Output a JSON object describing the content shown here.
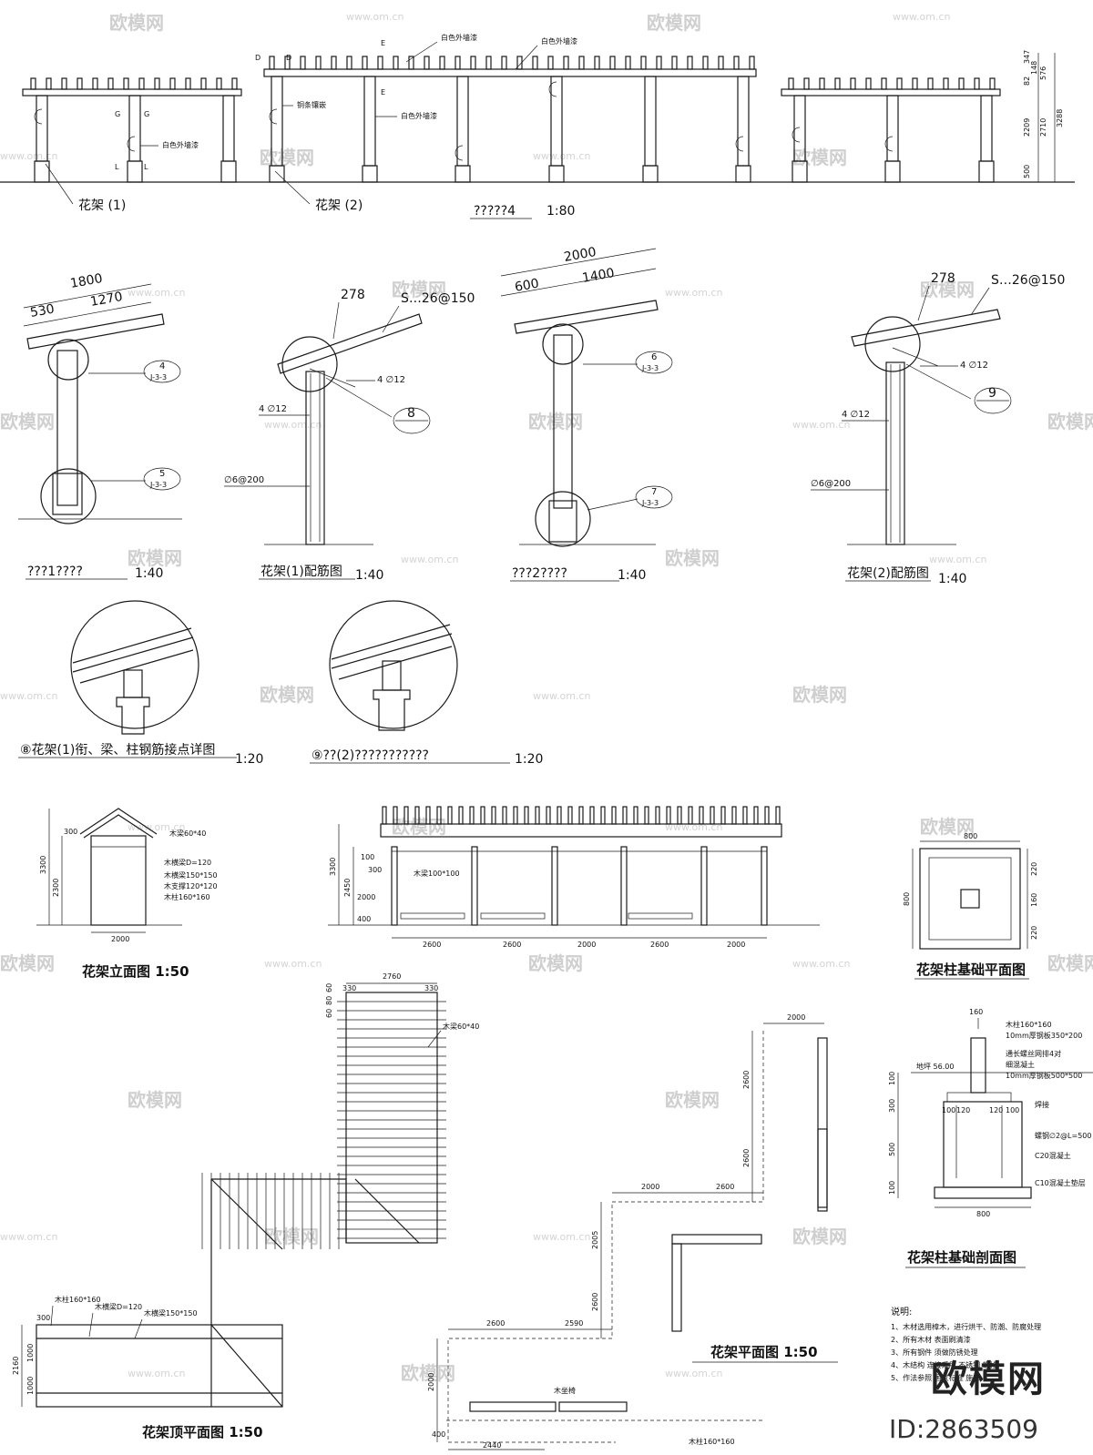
{
  "watermark": {
    "brand": "欧模网",
    "url": "www.om.cn"
  },
  "corner": {
    "brand": "欧模网",
    "id": "ID:2863509"
  },
  "elevation": {
    "title": "?????4",
    "scale": "1:80",
    "label_1": "花架 (1)",
    "label_2": "花架 (2)",
    "note_white_wall": "白色外墙漆",
    "note_white_wall_2": "白色外墙漆",
    "note_white_wall_3": "白色外墙漆",
    "note_white_wall_4": "白色外墙漆",
    "note_iron": "铜条镶嵌",
    "tags": [
      "D",
      "D",
      "E",
      "E",
      "G",
      "G",
      "L",
      "L"
    ],
    "dims_right": [
      "347",
      "82",
      "148",
      "576",
      "2209",
      "2710",
      "3288",
      "500"
    ]
  },
  "sections": {
    "s1_title": "???1????",
    "s1_scale": "1:40",
    "s1_dim_total": "1800",
    "s1_dim_a": "530",
    "s1_dim_b": "1270",
    "s1_ref_top": "4",
    "s1_ref_top_sheet": "J-3-3",
    "s1_ref_bot": "5",
    "s1_ref_bot_sheet": "J-3-3",
    "s2_title": "花架(1)配筋图",
    "s2_scale": "1:40",
    "s2_dim": "278",
    "s2_rebar_top": "S…26@150",
    "s2_rebar_mid": "4 ∅12",
    "s2_rebar_left": "4 ∅12",
    "s2_stirrup": "∅6@200",
    "s2_ref": "8",
    "s3_title": "???2????",
    "s3_scale": "1:40",
    "s3_dim_total": "2000",
    "s3_dim_a": "600",
    "s3_dim_b": "1400",
    "s3_ref_top": "6",
    "s3_ref_top_sheet": "J-3-3",
    "s3_ref_bot": "7",
    "s3_ref_bot_sheet": "J-3-3",
    "s4_title": "花架(2)配筋图",
    "s4_scale": "1:40",
    "s4_dim": "278",
    "s4_rebar_top": "S…26@150",
    "s4_rebar_mid": "4 ∅12",
    "s4_rebar_left": "4 ∅12",
    "s4_stirrup": "∅6@200",
    "s4_ref": "9"
  },
  "details": {
    "d8_title": "⑧花架(1)衔、梁、柱钢筋接点详图",
    "d8_scale": "1:20",
    "d9_title": "⑨??(2)???????????",
    "d9_scale": "1:20"
  },
  "wood_elev": {
    "title": "花架立面图  1:50",
    "labels": [
      "木梁60*40",
      "木横梁D=120",
      "木横梁150*150",
      "木支撑120*120",
      "木柱160*160"
    ],
    "dims_left": [
      "3300",
      "2300",
      "300"
    ],
    "dim_bottom": "2000",
    "long_dims_left": [
      "3300",
      "2450",
      "2000",
      "400",
      "300",
      "100"
    ],
    "long_label": "木梁100*100",
    "long_dims_bottom": [
      "2600",
      "2600",
      "2000",
      "2600",
      "2000"
    ]
  },
  "foundation_plan": {
    "title": "花架柱基础平面图",
    "dim_top": "800",
    "dim_left": "800",
    "dims_right": [
      "220",
      "160",
      "220"
    ]
  },
  "foundation_section": {
    "title": "花架柱基础剖面图",
    "dim_top": "160",
    "level": "地坪 56.00",
    "labels": [
      "木柱160*160",
      "10mm厚钢板350*200",
      "通长螺丝网排4对",
      "细混凝土",
      "10mm厚钢板500*500",
      "焊接",
      "螺钢∅2@L=500",
      "C20混凝土",
      "C10混凝土垫层"
    ],
    "dims_left": [
      "100",
      "300",
      "500",
      "100"
    ],
    "dims_mid": [
      "100",
      "120",
      "120",
      "100"
    ],
    "dim_bottom": "800"
  },
  "roof_plan": {
    "title": "花架顶平面图  1:50",
    "dim_top": "2760",
    "dim_top_l": "330",
    "dim_top_r": "330",
    "label_beam": "木梁60*40",
    "labels_bottom": [
      "木柱160*160",
      "木横梁D=120",
      "木横梁150*150"
    ],
    "dims_left": [
      "300",
      "2160",
      "1000",
      "1000"
    ],
    "small_dims": [
      "60",
      "80",
      "60"
    ]
  },
  "floor_plan": {
    "title": "花架平面图  1:50",
    "dims": [
      "2000",
      "2600",
      "2600",
      "2000",
      "2600",
      "2005",
      "2600",
      "2600",
      "2590",
      "2000",
      "2440",
      "400"
    ],
    "label_bench": "木坐椅",
    "label_column": "木柱160*160"
  },
  "notes": {
    "title": "说明:",
    "lines": [
      "1、木材选用樟木，进行烘干、防潮、防腐处理",
      "2、所有木材 表面刷清漆",
      "3、所有钢件 须做防锈处理",
      "4、木结构 连接采用 不锈钢 螺栓",
      "5、作法参照 国家标准 施工"
    ]
  }
}
